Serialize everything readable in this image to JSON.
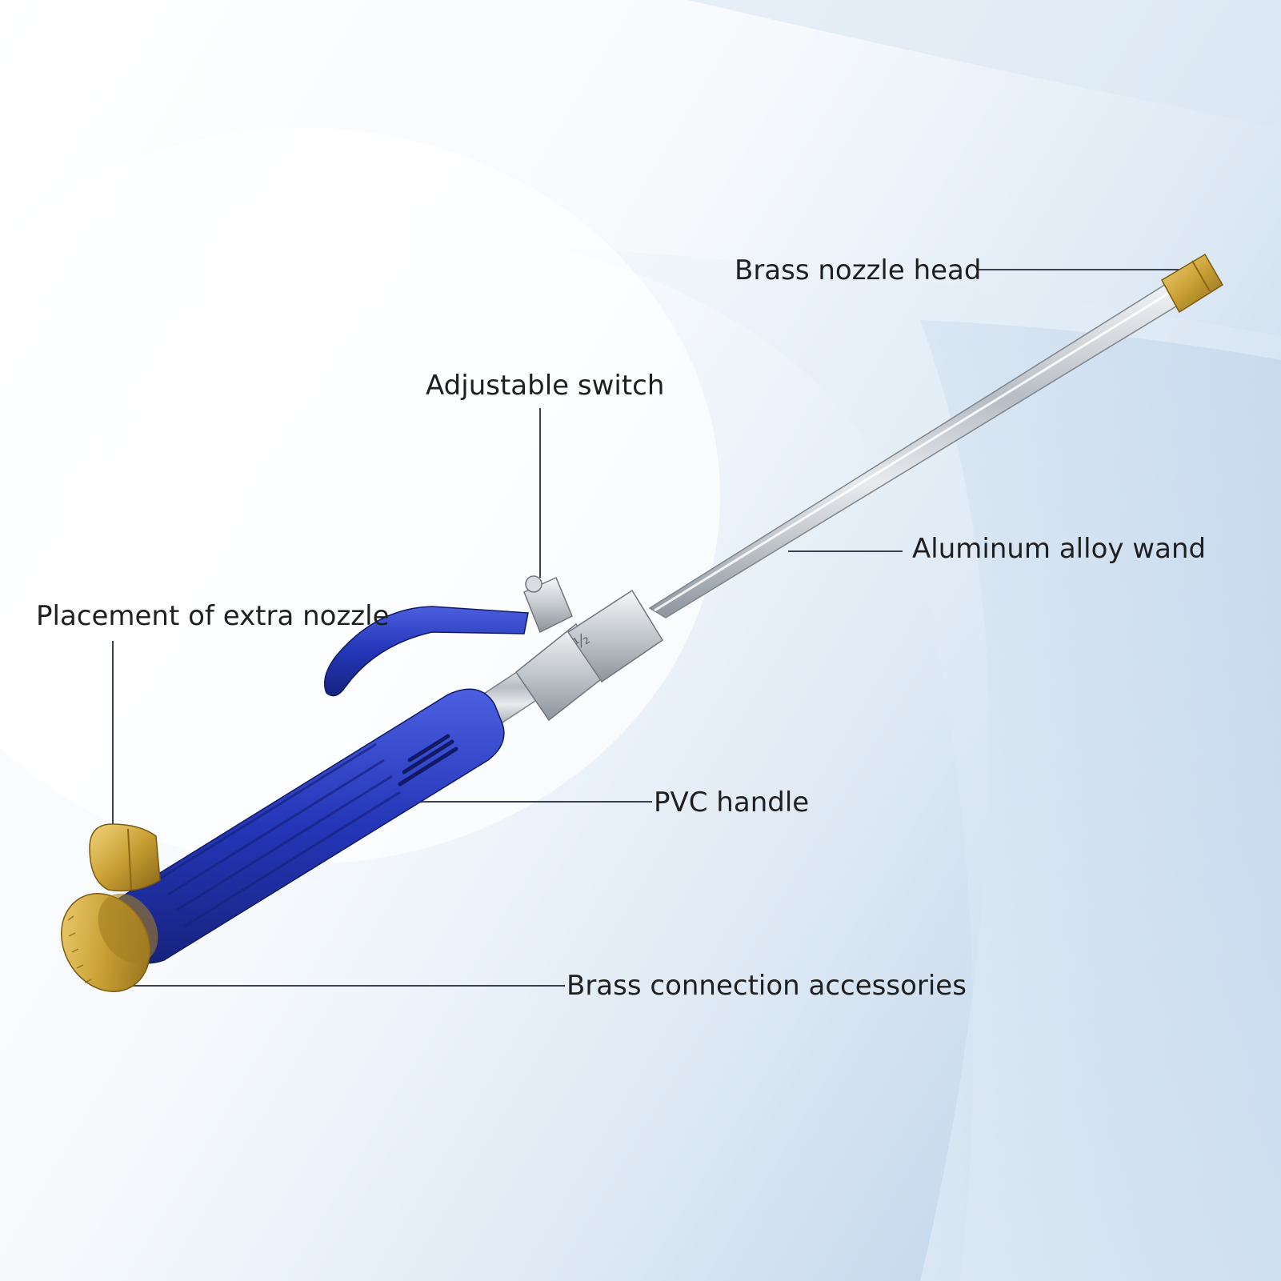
{
  "colors": {
    "background_light": "#f4f8fc",
    "background_blue": "#c9dcef",
    "leader_line": "#3a4150",
    "label_text": "#1f1f1f",
    "handle_blue": "#2436b8",
    "brass": "#c9a035",
    "steel": "#c7ccd2"
  },
  "labels": {
    "brass_nozzle_head": "Brass nozzle head",
    "adjustable_switch": "Adjustable switch",
    "aluminum_alloy_wand": "Aluminum alloy wand",
    "extra_nozzle": "Placement of extra nozzle",
    "pvc_handle": "PVC handle",
    "brass_connection": "Brass connection accessories"
  },
  "icons": {
    "product": "water-spray-wand"
  }
}
